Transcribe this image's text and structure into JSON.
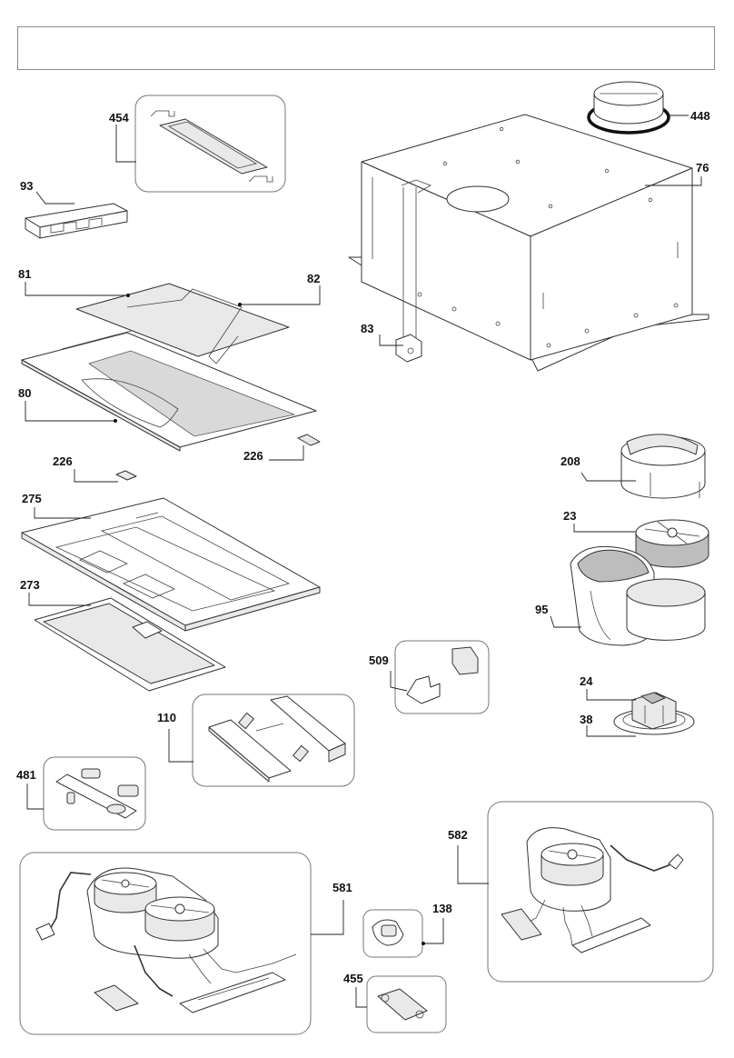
{
  "callouts": [
    {
      "id": "c454",
      "text": "454"
    },
    {
      "id": "c448",
      "text": "448"
    },
    {
      "id": "c93",
      "text": "93"
    },
    {
      "id": "c76",
      "text": "76"
    },
    {
      "id": "c81",
      "text": "81"
    },
    {
      "id": "c82",
      "text": "82"
    },
    {
      "id": "c83",
      "text": "83"
    },
    {
      "id": "c80",
      "text": "80"
    },
    {
      "id": "c226a",
      "text": "226"
    },
    {
      "id": "c226b",
      "text": "226"
    },
    {
      "id": "c208",
      "text": "208"
    },
    {
      "id": "c275",
      "text": "275"
    },
    {
      "id": "c23",
      "text": "23"
    },
    {
      "id": "c273",
      "text": "273"
    },
    {
      "id": "c95",
      "text": "95"
    },
    {
      "id": "c509",
      "text": "509"
    },
    {
      "id": "c24",
      "text": "24"
    },
    {
      "id": "c38",
      "text": "38"
    },
    {
      "id": "c110",
      "text": "110"
    },
    {
      "id": "c481",
      "text": "481"
    },
    {
      "id": "c582",
      "text": "582"
    },
    {
      "id": "c581",
      "text": "581"
    },
    {
      "id": "c138",
      "text": "138"
    },
    {
      "id": "c455",
      "text": "455"
    }
  ]
}
